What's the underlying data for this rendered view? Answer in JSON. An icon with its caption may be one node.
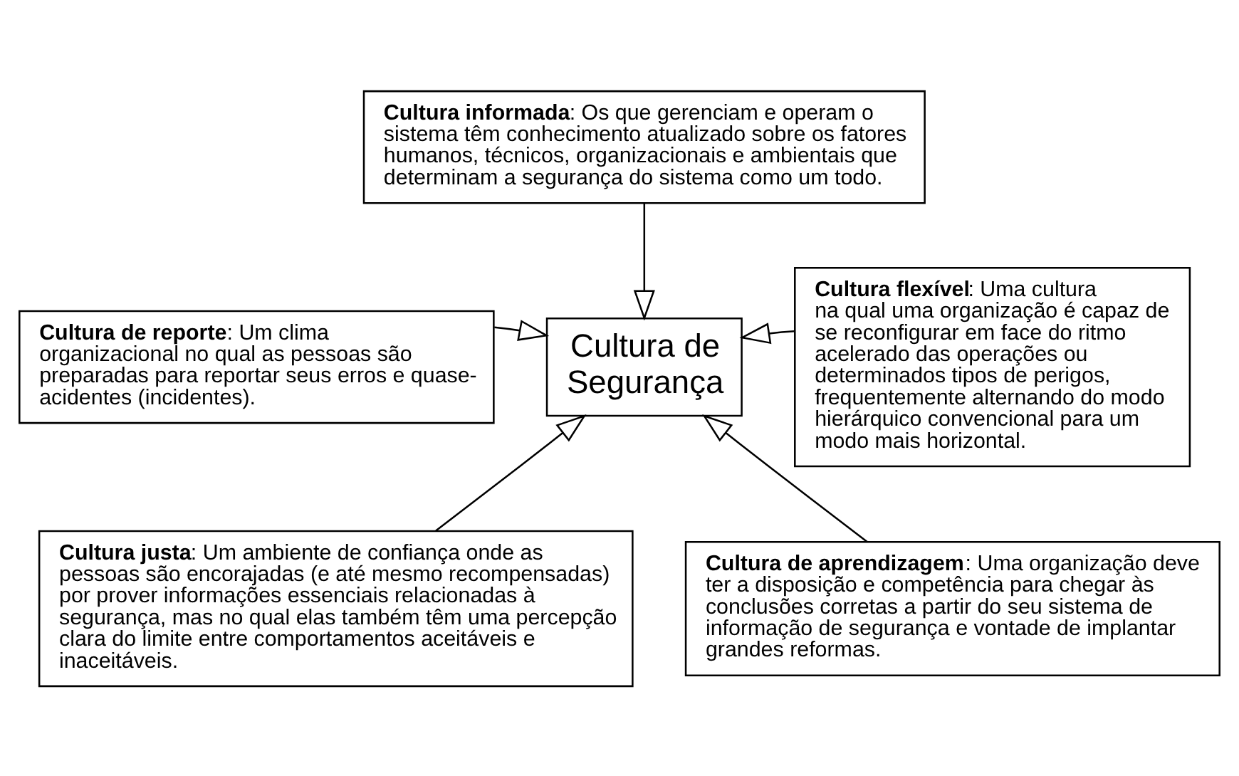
{
  "diagram": {
    "nodes": [
      {
        "text": [
          "**Cultura informada**: Os que gerenciam e operam o sistema têm conhecimento atualizado sobre os fatores humanos, técnicos, organizacionais e ambientais que determinam a segurança do sistema como um todo."
        ]
      },
      {
        "text": [
          "**Cultura de reporte**: Um clima organizacional no qual as pessoas são preparadas para reportar seus erros e quase-acidentes (incidentes)."
        ]
      },
      {
        "text": [
          "Cultura de Segurança"
        ]
      },
      {
        "text": [
          "**Cultura flexível**: Uma cultura na qual uma organização é capaz de se reconfigurar em face do ritmo acelerado das operações ou determinados tipos de perigos, frequentemente alternando do modo hierárquico convencional para um modo mais horizontal."
        ]
      },
      {
        "text": [
          "**Cultura justa**: Um ambiente de confiança onde as pessoas são encorajadas (e até mesmo recompensadas) por prover informações essenciais relacionadas à segurança, mas no qual elas também têm uma percepção clara do limite entre comportamentos aceitáveis e inaceitáveis."
        ]
      },
      {
        "text": [
          "**Cultura de aprendizagem**: Uma organização deve ter a disposição e competência para chegar às conclusões corretas a partir do seu sistema de informação de segurança e vontade de implantar grandes reformas."
        ]
      }
    ],
    "edges": [
      {
        "from": 0,
        "to": 2,
        "arrow": "to"
      },
      {
        "from": 1,
        "to": 2,
        "arrow": "to"
      },
      {
        "from": 3,
        "to": 2,
        "arrow": "to"
      },
      {
        "from": 4,
        "to": 2,
        "arrow": "to"
      },
      {
        "from": 5,
        "to": 2,
        "arrow": "to"
      }
    ]
  }
}
